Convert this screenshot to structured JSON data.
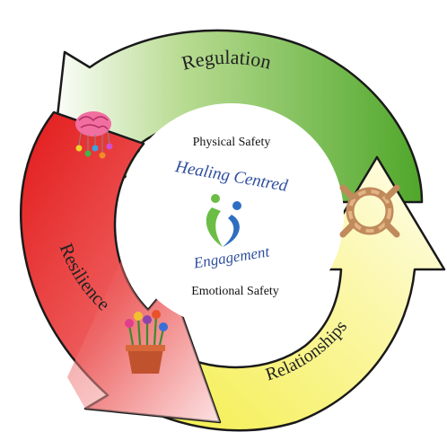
{
  "cycle": {
    "stages": [
      {
        "label": "Regulation",
        "icon": "brain-lightbulbs-icon",
        "color": "#5aaa2e"
      },
      {
        "label": "Relationships",
        "icon": "joined-hands-circle-icon",
        "color": "#ffef3a"
      },
      {
        "label": "Resilience",
        "icon": "flower-pot-icon",
        "color": "#e02020"
      }
    ]
  },
  "center": {
    "top_label": "Physical Safety",
    "title_line1": "Healing Centred",
    "title_line2": "Engagement",
    "bottom_label": "Emotional Safety",
    "logo_icon": "two-people-heart-logo-icon",
    "title_color": "#2f4f9e"
  }
}
